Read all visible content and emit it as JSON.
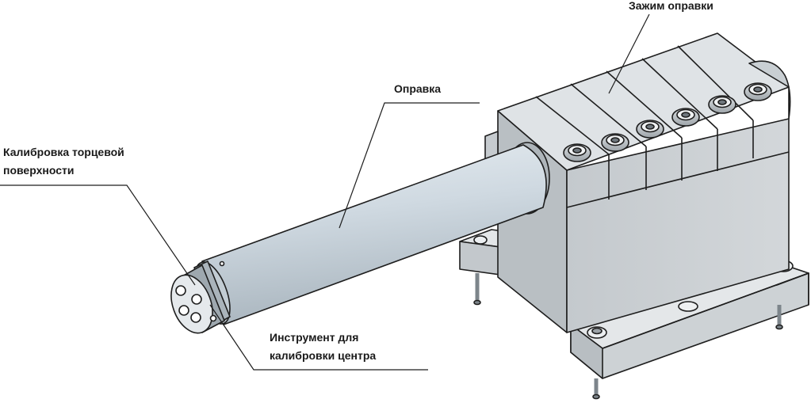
{
  "labels": {
    "clamp": "Зажим оправки",
    "mandrel": "Оправка",
    "face_calibration": [
      "Калибровка торцевой",
      "поверхности"
    ],
    "center_tool": [
      "Инструмент для",
      "калибровки центра"
    ]
  },
  "colors": {
    "body_top": "#dfe3e6",
    "body_front": "#c8cdd1",
    "body_side": "#b5bbc0",
    "mandrel": "#cdd8e0",
    "outline": "#1e1e1e",
    "text": "#1a1a1a"
  }
}
